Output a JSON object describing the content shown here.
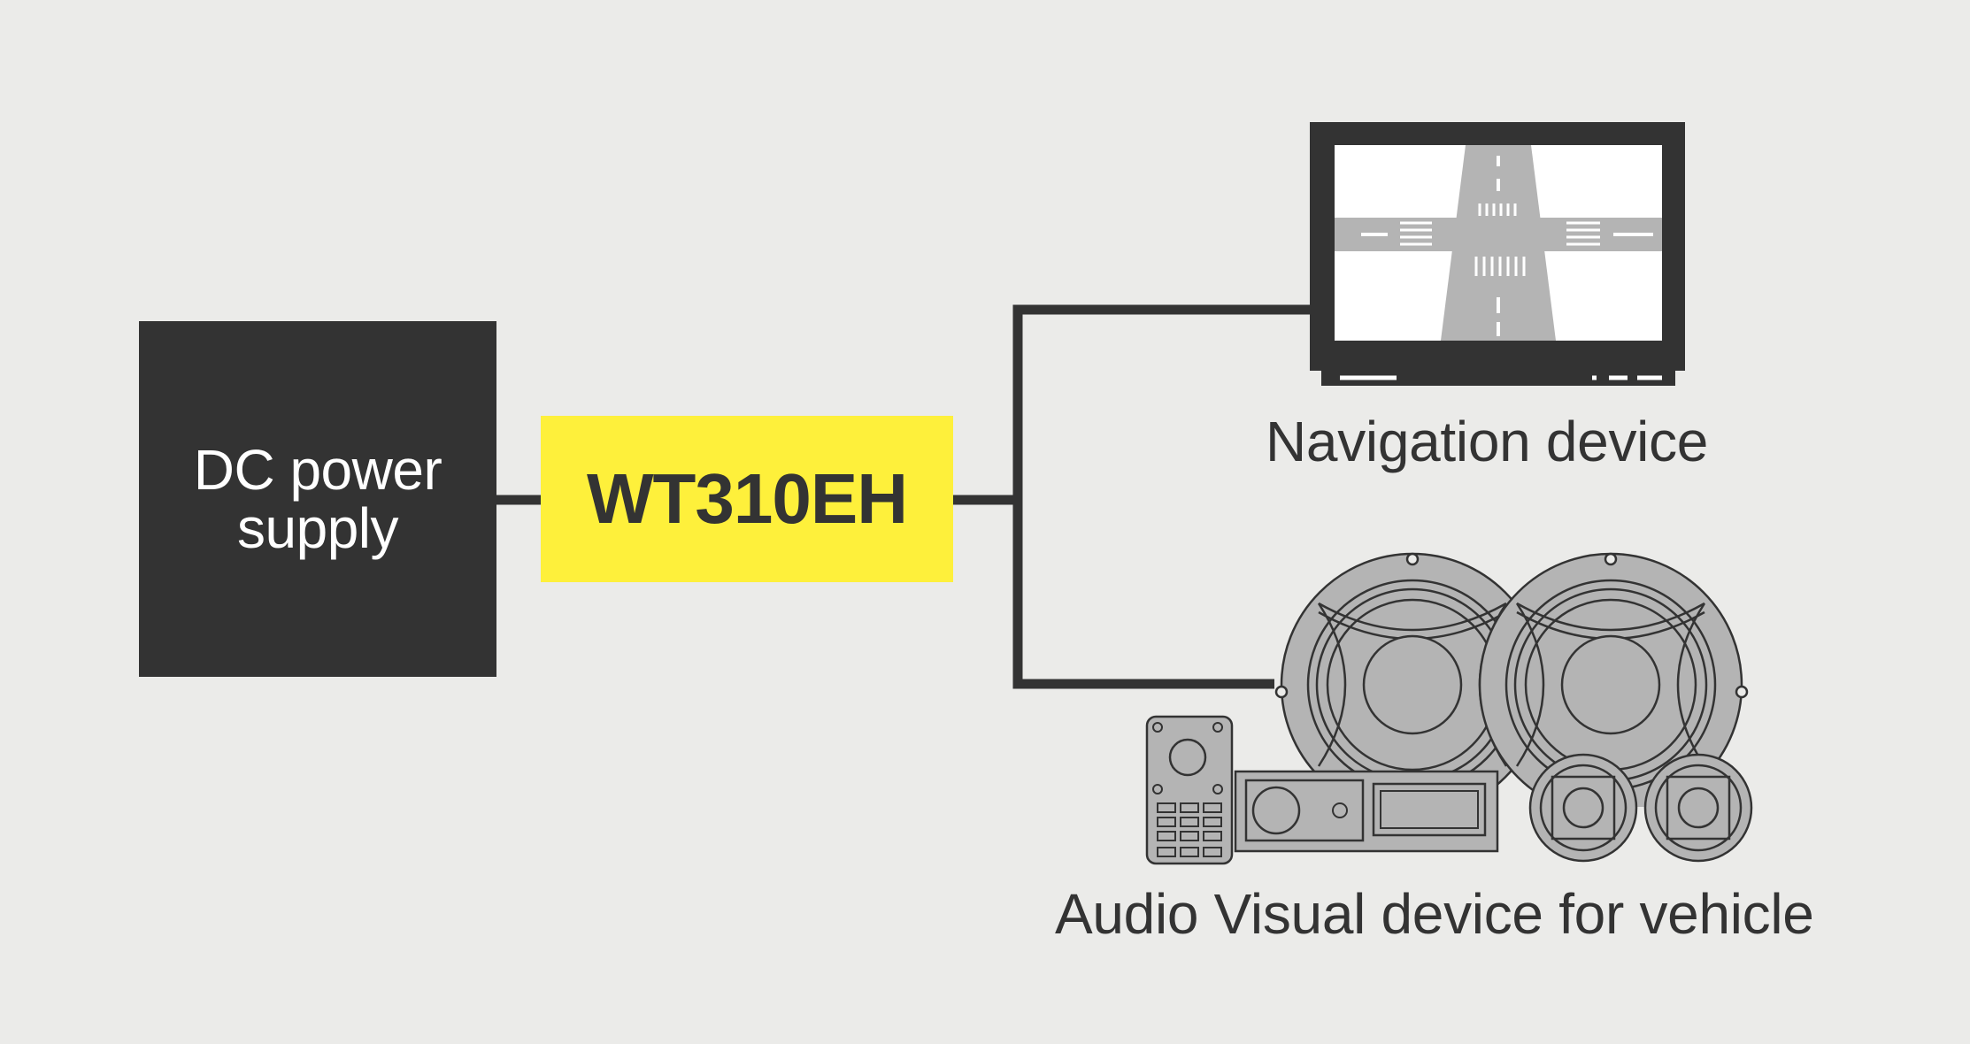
{
  "diagram": {
    "power_supply": {
      "line1": "DC power",
      "line2": "supply"
    },
    "meter": {
      "label": "WT310EH"
    },
    "navigation": {
      "label": "Navigation device"
    },
    "audio_visual": {
      "label": "Audio Visual device for vehicle"
    }
  },
  "colors": {
    "background": "#ebebe9",
    "power_box": "#333333",
    "meter_box": "#fef03b",
    "wire": "#333333",
    "device_gray": "#b4b4b4"
  },
  "icons": [
    "navigation-monitor-icon",
    "car-stereo-icon",
    "remote-control-icon",
    "speaker-icon"
  ]
}
